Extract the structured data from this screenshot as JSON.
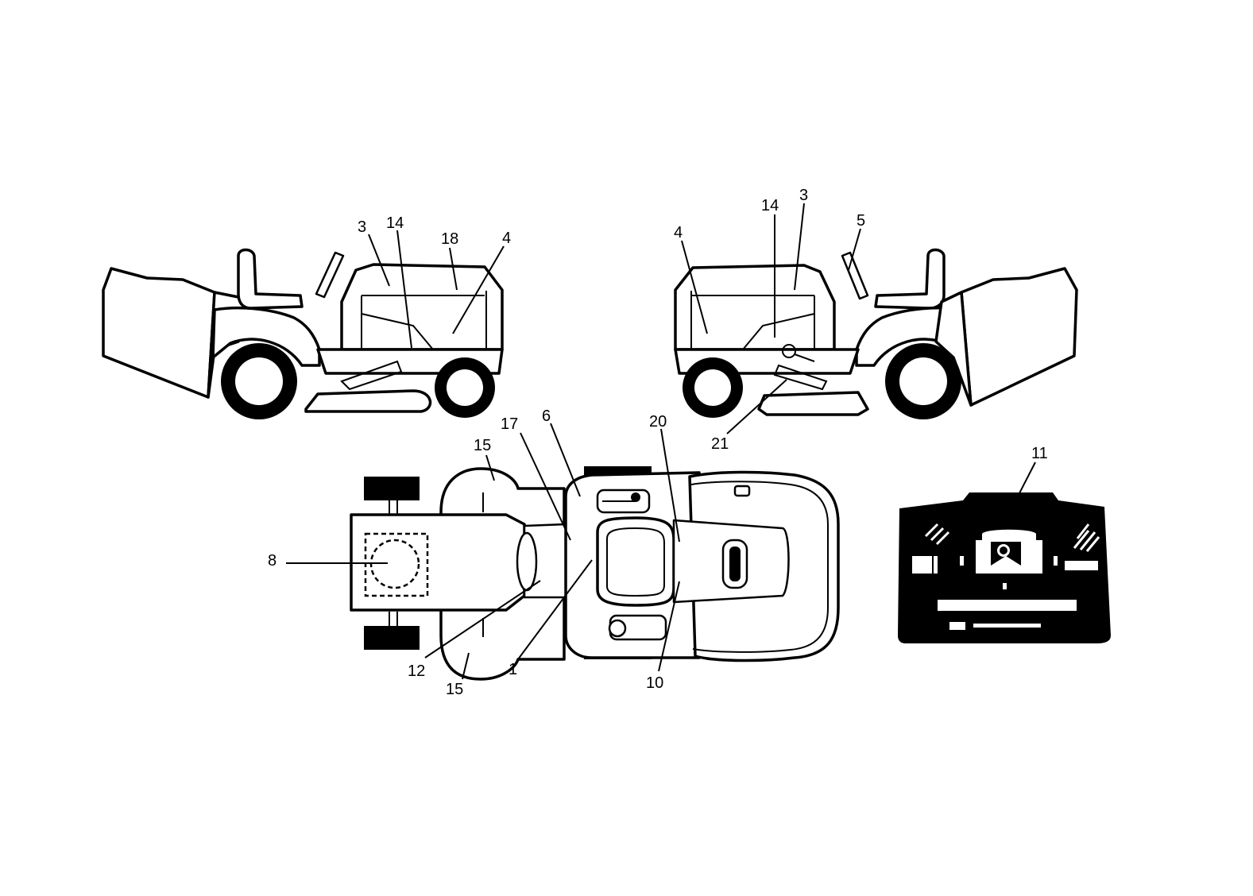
{
  "callouts": {
    "c1": "1",
    "c3a": "3",
    "c3b": "3",
    "c4a": "4",
    "c4b": "4",
    "c5": "5",
    "c6": "6",
    "c8": "8",
    "c10": "10",
    "c11": "11",
    "c12": "12",
    "c14a": "14",
    "c14b": "14",
    "c15a": "15",
    "c15b": "15",
    "c17": "17",
    "c18": "18",
    "c20": "20",
    "c21": "21"
  },
  "colors": {
    "line": "#000000",
    "background": "#ffffff"
  }
}
